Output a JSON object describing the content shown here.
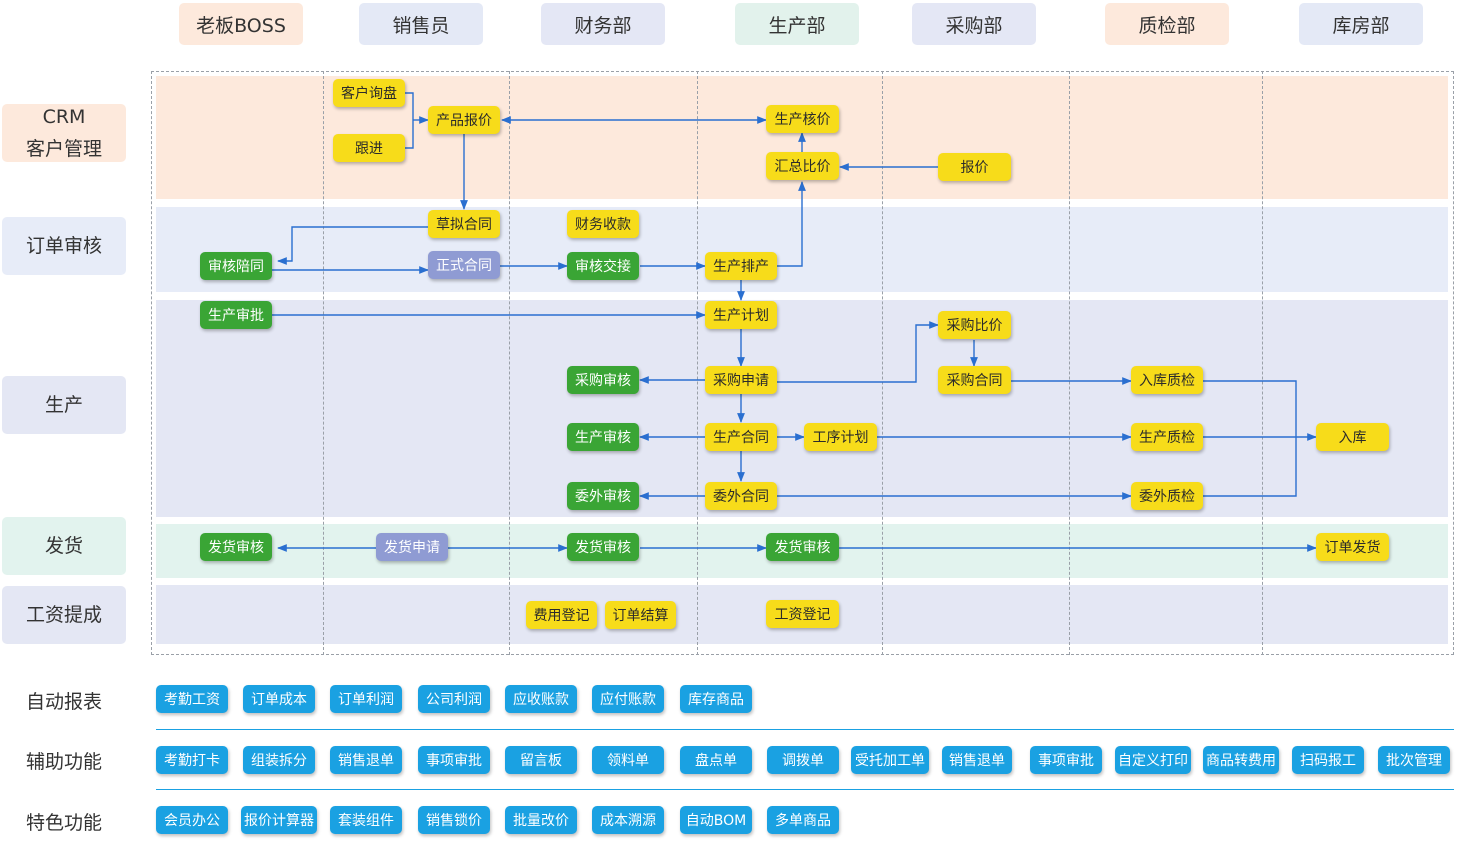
{
  "departments": [
    "老板BOSS",
    "销售员",
    "财务部",
    "生产部",
    "采购部",
    "质检部",
    "库房部"
  ],
  "rows": {
    "crm": [
      "CRM",
      "客户管理"
    ],
    "order_review": "订单审核",
    "production": "生产",
    "shipping": "发货",
    "wage": "工资提成"
  },
  "nodes": {
    "customer_inquiry": "客户询盘",
    "follow_up": "跟进",
    "product_quote": "产品报价",
    "production_cost_check": "生产核价",
    "summary_compare": "汇总比价",
    "quote": "报价",
    "draft_contract": "草拟合同",
    "finance_receipt": "财务收款",
    "review_contract": "审核陪同",
    "formal_contract": "正式合同",
    "review_handover": "审核交接",
    "production_schedule": "生产排产",
    "production_approval": "生产审批",
    "production_plan": "生产计划",
    "purchase_compare": "采购比价",
    "purchase_review": "采购审核",
    "purchase_request": "采购申请",
    "purchase_contract": "采购合同",
    "inbound_qc": "入库质检",
    "production_review": "生产审核",
    "production_contract": "生产合同",
    "process_plan": "工序计划",
    "production_qc": "生产质检",
    "warehouse_in": "入库",
    "outsource_review": "委外审核",
    "outsource_contract": "委外合同",
    "outsource_qc": "委外质检",
    "ship_review_boss": "发货审核",
    "ship_request": "发货申请",
    "ship_review_finance": "发货审核",
    "ship_review_production": "发货审核",
    "order_ship": "订单发货",
    "expense_register": "费用登记",
    "order_settlement": "订单结算",
    "wage_register": "工资登记"
  },
  "sections": {
    "auto_reports": {
      "label": "自动报表",
      "items": [
        "考勤工资",
        "订单成本",
        "订单利润",
        "公司利润",
        "应收账款",
        "应付账款",
        "库存商品"
      ]
    },
    "aux_functions": {
      "label": "辅助功能",
      "items": [
        "考勤打卡",
        "组装拆分",
        "销售退单",
        "事项审批",
        "留言板",
        "领料单",
        "盘点单",
        "调拨单",
        "受托加工单",
        "销售退单",
        "事项审批",
        "自定义打印",
        "商品转费用",
        "扫码报工",
        "批次管理"
      ]
    },
    "special_functions": {
      "label": "特色功能",
      "items": [
        "会员办公",
        "报价计算器",
        "套装组件",
        "销售锁价",
        "批量改价",
        "成本溯源",
        "自动BOM",
        "多单商品"
      ]
    }
  },
  "colors": {
    "approval_green": "#3aa535",
    "task_yellow": "#f7dc1a",
    "contract_purple": "#8f9bd3",
    "feature_blue": "#1aa1e2",
    "arrow_blue": "#2a6fd0"
  }
}
